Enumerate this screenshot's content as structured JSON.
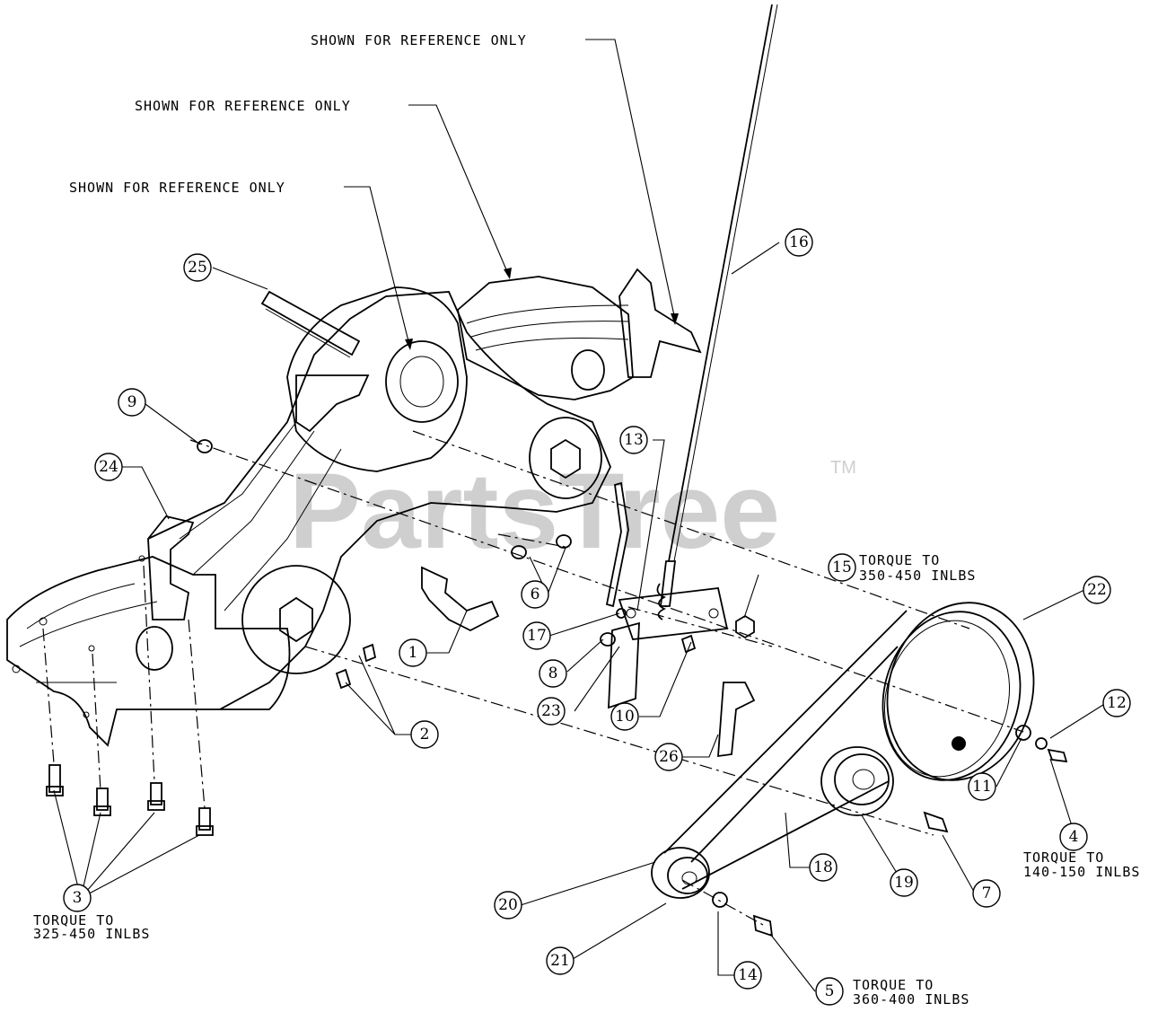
{
  "watermark": {
    "brand": "PartsTree",
    "trademark": "TM"
  },
  "notes": {
    "reference_1": "SHOWN FOR REFERENCE ONLY",
    "reference_2": "SHOWN FOR REFERENCE ONLY",
    "reference_3": "SHOWN FOR REFERENCE ONLY",
    "torque_15_line1": "TORQUE TO",
    "torque_15_line2": "350-450 INLBS",
    "torque_4_line1": "TORQUE TO",
    "torque_4_line2": "140-150 INLBS",
    "torque_3_line1": "TORQUE TO",
    "torque_3_line2": "325-450 INLBS",
    "torque_5_line1": "TORQUE TO",
    "torque_5_line2": "360-400 INLBS"
  },
  "callouts": {
    "c1": "1",
    "c2": "2",
    "c3": "3",
    "c4": "4",
    "c5": "5",
    "c6": "6",
    "c7": "7",
    "c8": "8",
    "c9": "9",
    "c10": "10",
    "c11": "11",
    "c12": "12",
    "c13": "13",
    "c14": "14",
    "c15": "15",
    "c16": "16",
    "c17": "17",
    "c18": "18",
    "c19": "19",
    "c20": "20",
    "c21": "21",
    "c22": "22",
    "c23": "23",
    "c24": "24",
    "c25": "25",
    "c26": "26"
  }
}
